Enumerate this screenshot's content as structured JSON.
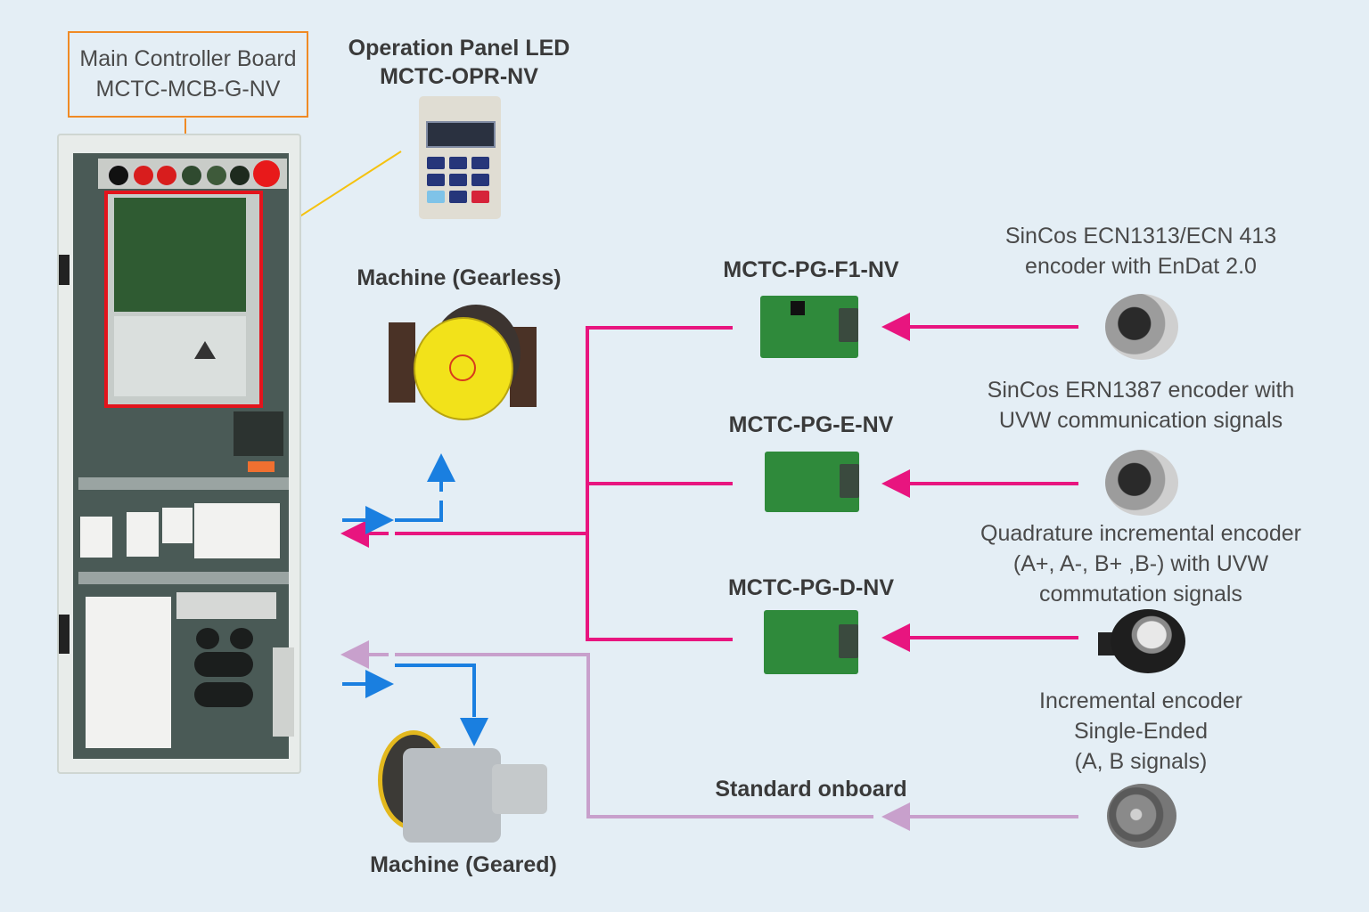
{
  "colors": {
    "background": "#e4eef5",
    "orange_callout": "#f08a24",
    "yellow_callout": "#f5c20f",
    "magenta_line": "#e8157f",
    "blue_line": "#1a7fe0",
    "lilac_line": "#c8a0cc",
    "red_frame": "#e3141c"
  },
  "main_board": {
    "title_line1": "Main Controller Board",
    "title_line2": "MCTC-MCB-G-NV"
  },
  "operation_panel": {
    "title_line1": "Operation Panel LED",
    "title_line2": "MCTC-OPR-NV"
  },
  "machines": {
    "gearless": "Machine (Gearless)",
    "geared": "Machine (Geared)"
  },
  "pg_cards": [
    {
      "label": "MCTC-PG-F1-NV"
    },
    {
      "label": "MCTC-PG-E-NV"
    },
    {
      "label": "MCTC-PG-D-NV"
    }
  ],
  "standard_onboard": "Standard onboard",
  "encoders": [
    {
      "line1": "SinCos ECN1313/ECN 413",
      "line2": "encoder with EnDat 2.0"
    },
    {
      "line1": "SinCos ERN1387 encoder with",
      "line2": "UVW communication signals"
    },
    {
      "line1": "Quadrature incremental encoder",
      "line2": "(A+, A-, B+ ,B-) with UVW",
      "line3": "commutation signals"
    },
    {
      "line1": "Incremental encoder",
      "line2": "Single-Ended",
      "line3": "(A, B signals)"
    }
  ]
}
